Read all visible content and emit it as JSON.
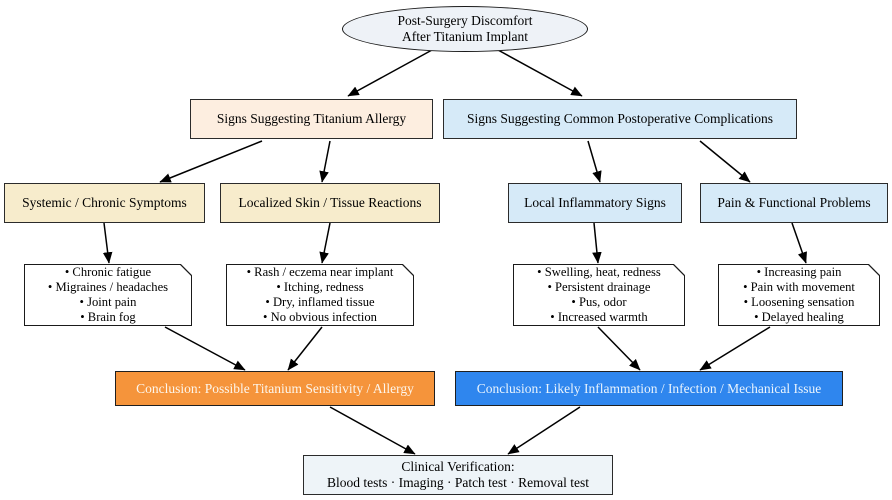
{
  "diagram": {
    "title": "Post-Surgery Discomfort After Titanium Implant decision flowchart",
    "colors": {
      "root_fill": "#eef2f7",
      "allergy_branch_fill": "#fdeee0",
      "allergy_category_fill": "#f7eccc",
      "complication_branch_fill": "#d6eaf8",
      "conclusion_allergy_fill": "#f5943b",
      "conclusion_infection_fill": "#2f86ee",
      "verification_fill": "#eef4f8",
      "edge_color": "#000000"
    },
    "root": {
      "line1": "Post-Surgery Discomfort",
      "line2": "After Titanium Implant"
    },
    "branches": [
      {
        "id": "allergy",
        "label": "Signs Suggesting Titanium Allergy"
      },
      {
        "id": "complications",
        "label": "Signs Suggesting Common Postoperative Complications"
      }
    ],
    "categories": [
      {
        "id": "systemic",
        "label": "Systemic / Chronic Symptoms"
      },
      {
        "id": "localized",
        "label": "Localized Skin / Tissue Reactions"
      },
      {
        "id": "inflammatory",
        "label": "Local Inflammatory Signs"
      },
      {
        "id": "pain",
        "label": "Pain & Functional Problems"
      }
    ],
    "symptom_notes": [
      {
        "id": "systemic-symptoms",
        "items": [
          "• Chronic fatigue",
          "• Migraines / headaches",
          "• Joint pain",
          "• Brain fog"
        ]
      },
      {
        "id": "localized-symptoms",
        "items": [
          "• Rash / eczema near implant",
          "• Itching, redness",
          "• Dry, inflamed tissue",
          "• No obvious infection"
        ]
      },
      {
        "id": "inflammatory-symptoms",
        "items": [
          "• Swelling, heat, redness",
          "• Persistent drainage",
          "• Pus, odor",
          "• Increased warmth"
        ]
      },
      {
        "id": "pain-symptoms",
        "items": [
          "• Increasing pain",
          "• Pain with movement",
          "• Loosening sensation",
          "• Delayed healing"
        ]
      }
    ],
    "conclusions": [
      {
        "id": "allergy-conclusion",
        "label": "Conclusion: Possible Titanium Sensitivity / Allergy"
      },
      {
        "id": "infection-conclusion",
        "label": "Conclusion: Likely Inflammation / Infection / Mechanical Issue"
      }
    ],
    "verification": {
      "line1": "Clinical Verification:",
      "line2": "Blood tests · Imaging · Patch test · Removal test"
    }
  }
}
